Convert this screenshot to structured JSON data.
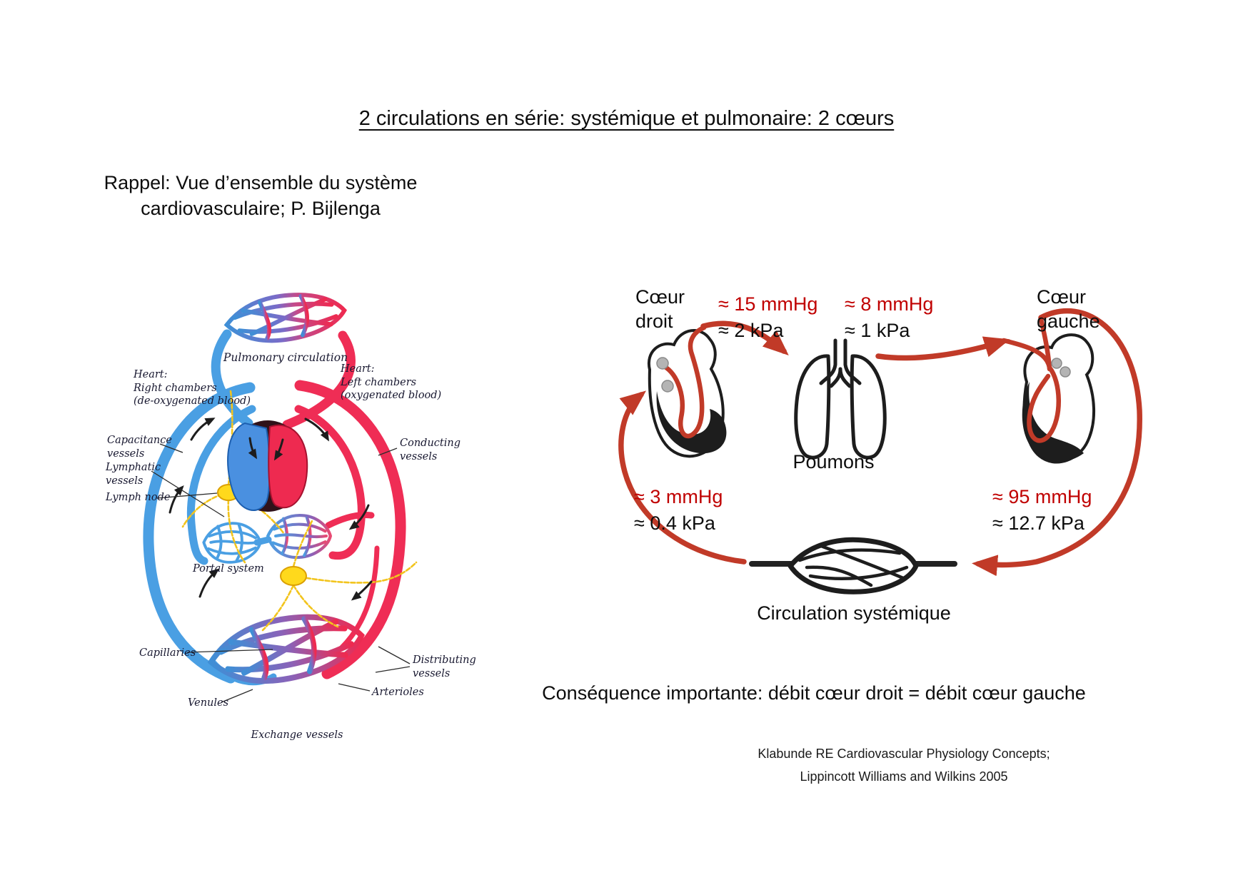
{
  "slide": {
    "title": "2 circulations en série: systémique et pulmonaire: 2 cœurs",
    "recall_note": {
      "line1": "Rappel: Vue d’ensemble du système",
      "line2": "cardiovasculaire; P. Bijlenga"
    },
    "consequence": "Conséquence importante: débit cœur droit = débit cœur gauche",
    "citation": {
      "line1": "Klabunde RE Cardiovascular Physiology Concepts;",
      "line2": "Lippincott Williams and Wilkins 2005"
    }
  },
  "anatomy_figure": {
    "caption_pulmonary": "Pulmonary circulation",
    "heart_right_label": {
      "line1": "Heart:",
      "line2": "Right chambers",
      "line3": "(de-oxygenated blood)"
    },
    "heart_left_label": {
      "line1": "Heart:",
      "line2": "Left chambers",
      "line3": "(oxygenated blood)"
    },
    "capacitance_label": {
      "line1": "Capacitance",
      "line2": "vessels"
    },
    "lymphatic_label": {
      "line1": "Lymphatic",
      "line2": "vessels"
    },
    "lymph_node_label": "Lymph node",
    "conducting_label": {
      "line1": "Conducting",
      "line2": "vessels"
    },
    "portal_label": "Portal system",
    "capillaries_label": "Capillaries",
    "venules_label": "Venules",
    "exchange_label": "Exchange vessels",
    "arterioles_label": "Arterioles",
    "distributing_label": {
      "line1": "Distributing",
      "line2": "vessels"
    },
    "colors": {
      "vein_blue": "#4a9fe3",
      "artery_red": "#ef2d55",
      "lymph_yellow": "#ffd91c"
    }
  },
  "circuit_diagram": {
    "right_heart_label": {
      "line1": "Cœur",
      "line2": "droit"
    },
    "left_heart_label": {
      "line1": "Cœur",
      "line2": "gauche"
    },
    "lungs_label": "Poumons",
    "systemic_label": "Circulation systémique",
    "pressures": {
      "pulmonary_artery": {
        "mmhg": "≈ 15 mmHg",
        "kpa": "≈ 2 kPa"
      },
      "pulmonary_veins": {
        "mmhg": "≈ 8 mmHg",
        "kpa": "≈ 1 kPa"
      },
      "venous_return": {
        "mmhg": "≈ 3 mmHg",
        "kpa": "≈ 0.4 kPa"
      },
      "aorta": {
        "mmhg": "≈ 95 mmHg",
        "kpa": "≈ 12.7 kPa"
      }
    },
    "colors": {
      "flow_arrow_red": "#c13a28",
      "pressure_text_red": "#c00000"
    }
  }
}
